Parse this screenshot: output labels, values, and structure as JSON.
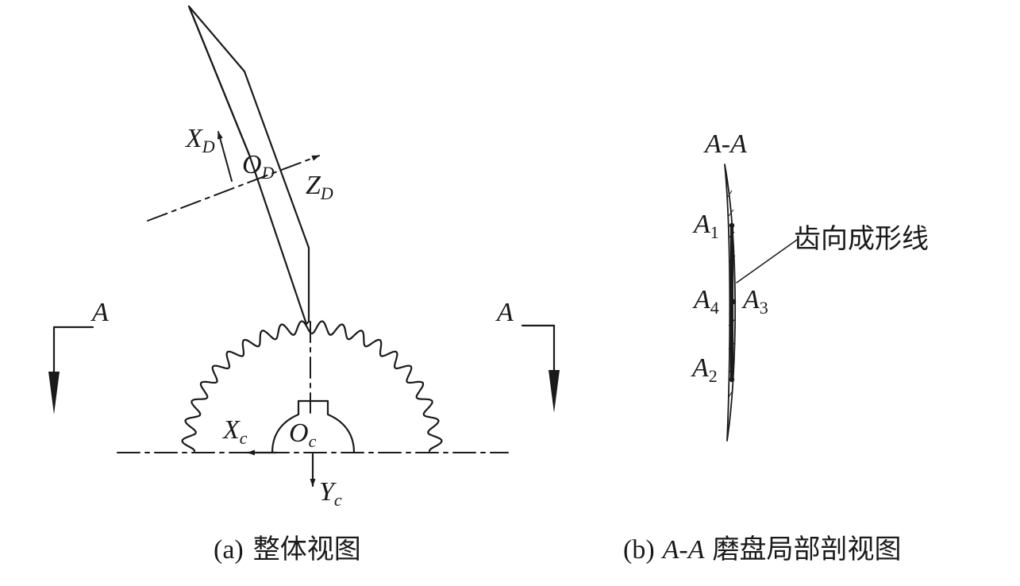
{
  "labels": {
    "xd_main": "X",
    "xd_sub": "D",
    "od_main": "O",
    "od_sub": "D",
    "zd_main": "Z",
    "zd_sub": "D",
    "xc_main": "X",
    "xc_sub": "c",
    "oc_main": "O",
    "oc_sub": "c",
    "yc_main": "Y",
    "yc_sub": "c",
    "section_left": "A",
    "section_right": "A",
    "aa_title": "A-A",
    "a1_main": "A",
    "a1_sub": "1",
    "a2_main": "A",
    "a2_sub": "2",
    "a3_main": "A",
    "a3_sub": "3",
    "a4_main": "A",
    "a4_sub": "4",
    "leader_text": "齿向成形线"
  },
  "captions": {
    "a_label": "(a)",
    "a_text": "整体视图",
    "b_label": "(b)",
    "b_aa": "A-A",
    "b_text": "磨盘局部剖视图"
  }
}
